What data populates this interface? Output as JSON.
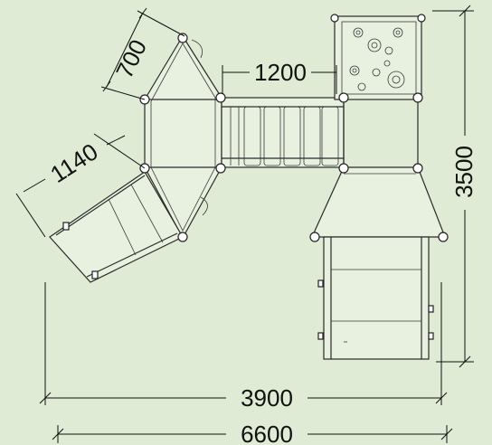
{
  "drawing": {
    "background": "#dfebd4",
    "line_color": "#2a2a2a",
    "dimensions": {
      "d700": "700",
      "d1200": "1200",
      "d1140": "1140",
      "d3500": "3500",
      "d3900": "3900",
      "d6600": "6600"
    }
  }
}
